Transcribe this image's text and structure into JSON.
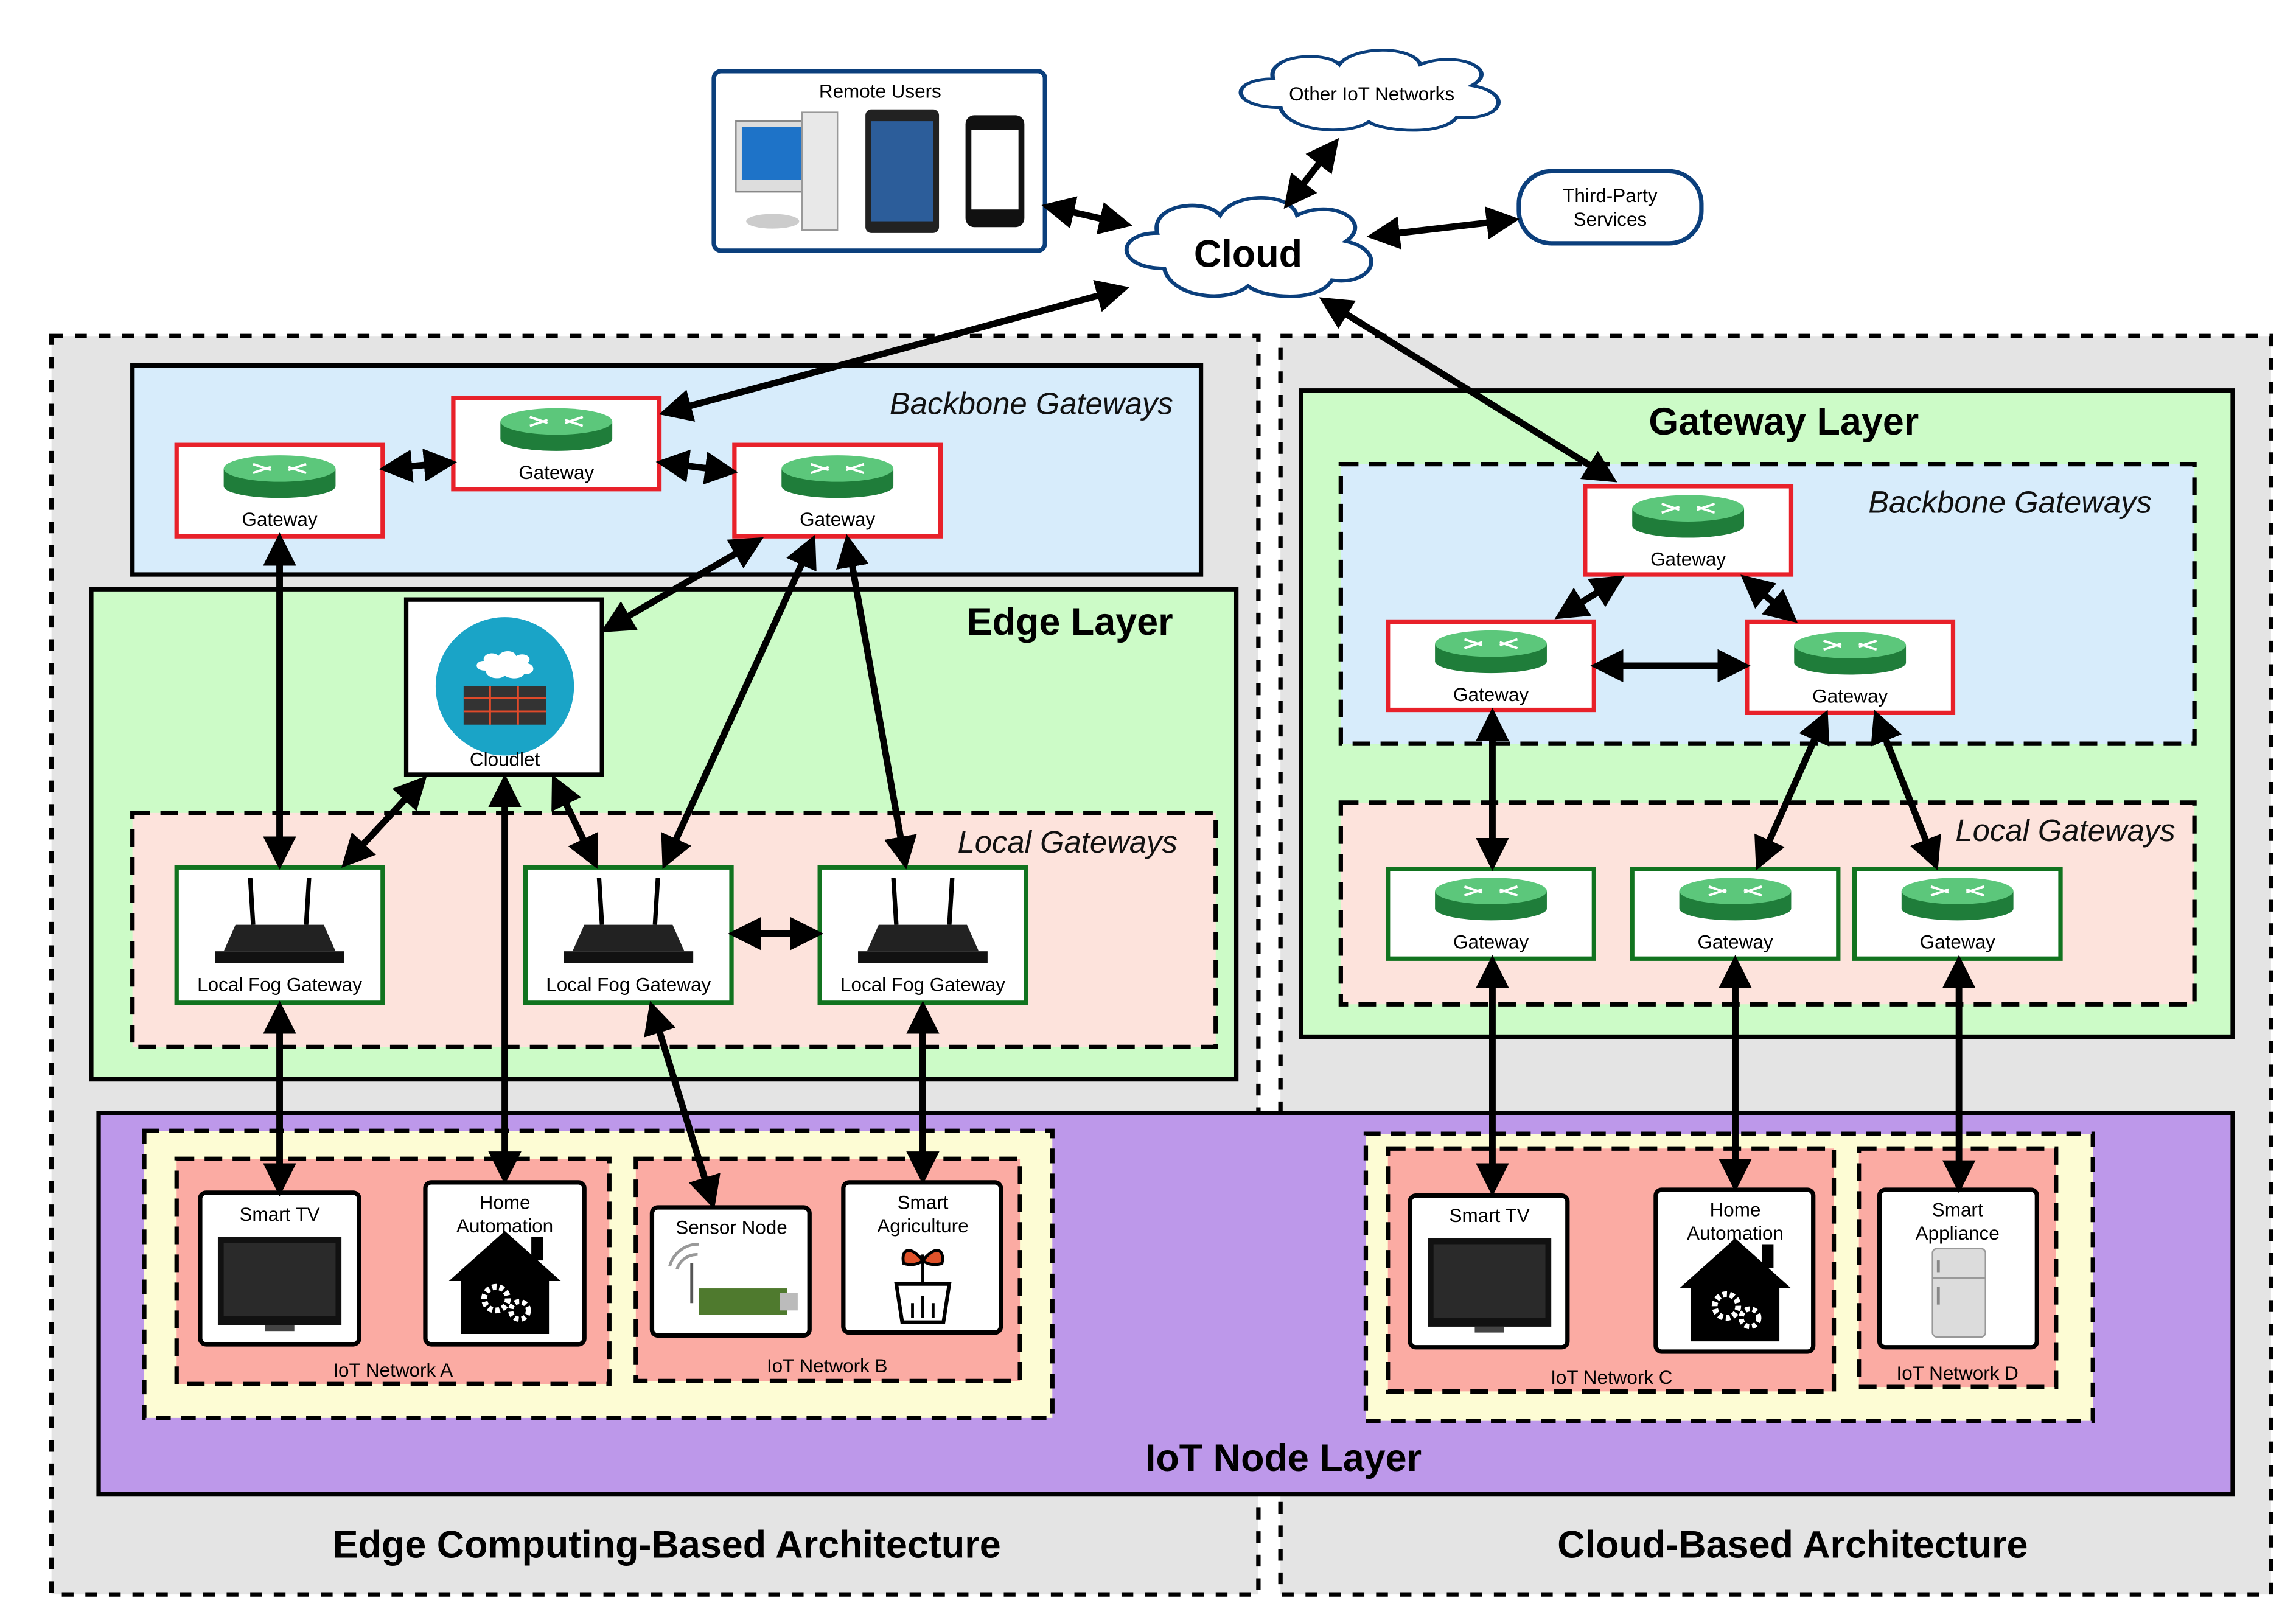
{
  "top": {
    "remote_users": "Remote Users",
    "cloud": "Cloud",
    "other_iot_networks": "Other IoT Networks",
    "third_party": [
      "Third-Party",
      "Services"
    ]
  },
  "edge_architecture": {
    "title": "Edge Computing-Based Architecture",
    "backbone_label": "Backbone Gateways",
    "gateway_label": "Gateway",
    "edge_layer_label": "Edge Layer",
    "cloudlet_label": "Cloudlet",
    "local_gateways_label": "Local Gateways",
    "fog_gateway_label": "Local Fog Gateway",
    "networks": [
      {
        "label": "IoT Network A",
        "devices": [
          {
            "lines": [
              "Smart TV"
            ]
          },
          {
            "lines": [
              "Home",
              "Automation"
            ]
          }
        ]
      },
      {
        "label": "IoT Network B",
        "devices": [
          {
            "lines": [
              "Sensor Node"
            ]
          },
          {
            "lines": [
              "Smart",
              "Agriculture"
            ]
          }
        ]
      }
    ]
  },
  "cloud_architecture": {
    "title": "Cloud-Based Architecture",
    "gateway_layer_label": "Gateway Layer",
    "backbone_label": "Backbone Gateways",
    "local_gateways_label": "Local Gateways",
    "gateway_label": "Gateway",
    "networks": [
      {
        "label": "IoT Network C",
        "devices": [
          {
            "lines": [
              "Smart TV"
            ]
          },
          {
            "lines": [
              "Home",
              "Automation"
            ]
          }
        ]
      },
      {
        "label": "IoT Network D",
        "devices": [
          {
            "lines": [
              "Smart",
              "Appliance"
            ]
          }
        ]
      }
    ]
  },
  "iot_node_layer_label": "IoT Node Layer",
  "colors": {
    "architecture_bg": "#e4e4e4",
    "backbone_bg": "#d7ecfb",
    "edge_layer_bg": "#ccfbc7",
    "local_gateways_bg": "#fde3dc",
    "iot_node_layer_bg": "#bd98ea",
    "network_group_bg": "#fdfcd4",
    "network_bg": "#fbaba3",
    "backbone_gateway_border": "#e8212a",
    "local_gateway_border": "#11731f",
    "remote_box_border": "#0b3f7c"
  }
}
